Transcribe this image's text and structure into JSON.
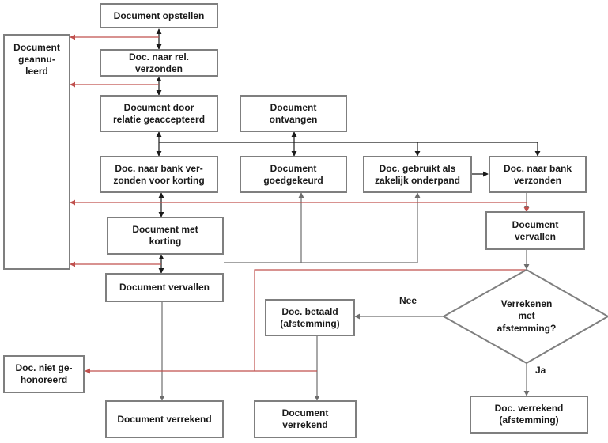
{
  "nodes": {
    "opstellen": "Document opstellen",
    "naar_rel": "Doc. naar rel.\nverzonden",
    "geaccepteerd": "Document door\nrelatie geaccepteerd",
    "ontvangen": "Document\nontvangen",
    "bank_korting": "Doc. naar bank ver-\nzonden voor korting",
    "goedgekeurd": "Document\ngoedgekeurd",
    "onderpand": "Doc. gebruikt als\nzakelijk onderpand",
    "naar_bank": "Doc. naar bank\nverzonden",
    "met_korting": "Document met\nkorting",
    "vervallen_right": "Document\nvervallen",
    "vervallen_left": "Document vervallen",
    "geannuleerd": "Document\ngeannu-\nleerd",
    "betaald": "Doc. betaald\n(afstemming)",
    "niet_gehonoreerd": "Doc. niet ge-\nhonoreerd",
    "verrekend_left": "Document verrekend",
    "verrekend_mid": "Document\nverrekend",
    "verrekend_right": "Doc. verrekend\n(afstemming)"
  },
  "decision": {
    "text": "Verrekenen\nmet\nafstemming?"
  },
  "edge_labels": {
    "nee": "Nee",
    "ja": "Ja"
  },
  "colors": {
    "box_border": "#7f7f7f",
    "line_dark": "#1a1a1a",
    "line_gray": "#7f7f7f",
    "line_red": "#c0504d"
  }
}
